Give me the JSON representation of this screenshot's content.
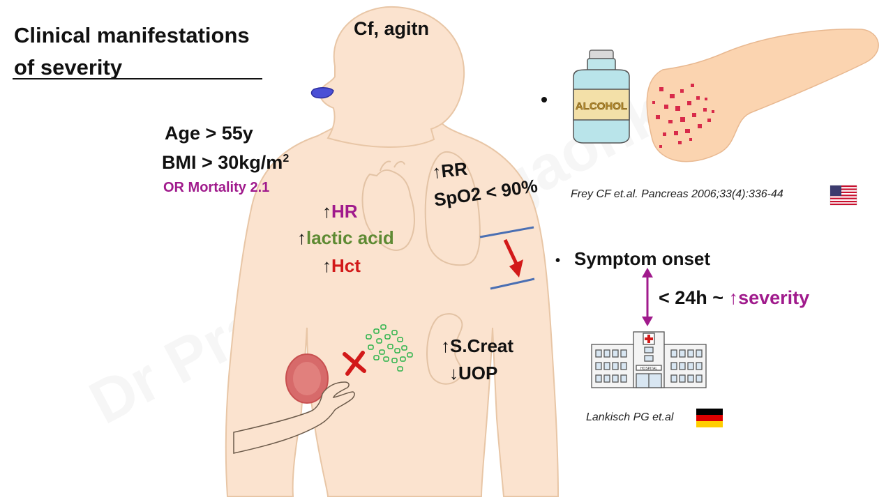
{
  "title_line1": "Clinical manifestations",
  "title_line2": "of severity",
  "head_label": "Cf, agitn",
  "age": "Age > 55y",
  "bmi": "BMI > 30kg/m",
  "bmi_sup": "2",
  "or_mortality": "OR Mortality 2.1",
  "heart": {
    "arrow_up": "↑",
    "hr": "HR",
    "lactic": "lactic acid",
    "hct": "Hct"
  },
  "lung": {
    "rr": "↑RR",
    "spo2": "SpO2 < 90%"
  },
  "kidney": {
    "screat": "↑S.Creat",
    "uop": "↓UOP"
  },
  "alcohol_label": "ALCOHOL",
  "watermark": "Dr Pradeep Pangaonkar",
  "citation_frey": "Frey CF et.al. Pancreas 2006;33(4):336-44",
  "symptom_onset": "Symptom onset",
  "interval": "< 24h ~ ",
  "severity_arrow": "↑",
  "severity": "severity",
  "hospital_sign": "HOSPITAL",
  "citation_lankisch": "Lankisch PG et.al",
  "colors": {
    "skin": "#fbe3cf",
    "outline": "#e8c6a6",
    "purple": "#a01a8c",
    "green": "#5e8a33",
    "red": "#d21919",
    "vein_blue": "#4a6fb3"
  }
}
